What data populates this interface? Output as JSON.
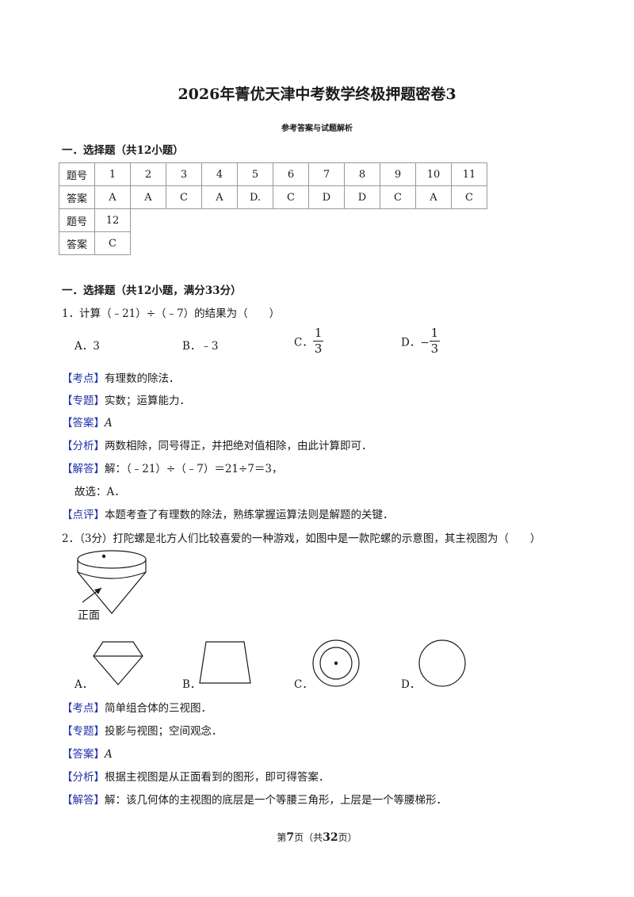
{
  "title": "2026年菁优天津中考数学终极押题密卷3",
  "subtitle": "参考答案与试题解析",
  "section1_heading": "一．选择题（共12小题）",
  "table": {
    "row1_label": "题号",
    "row2_label": "答案",
    "numbers_row1": [
      "1",
      "2",
      "3",
      "4",
      "5",
      "6",
      "7",
      "8",
      "9",
      "10",
      "11"
    ],
    "answers_row1": [
      "A",
      "A",
      "C",
      "A",
      "D.",
      "C",
      "D",
      "D",
      "C",
      "A",
      "C"
    ],
    "numbers_row2": [
      "12"
    ],
    "answers_row2": [
      "C"
    ]
  },
  "section2_heading": "一．选择题（共12小题，满分33分）",
  "q1": {
    "stem": "1．计算（﹣21）÷（﹣7）的结果为（　　）",
    "options": {
      "a": "A．3",
      "b": "B．﹣3",
      "c_label": "C．",
      "c_num": "1",
      "c_den": "3",
      "d_label": "D．−",
      "d_num": "1",
      "d_den": "3"
    },
    "kaodian_tag": "【考点】",
    "kaodian": "有理数的除法．",
    "zhuanti_tag": "【专题】",
    "zhuanti": "实数；运算能力．",
    "daan_tag": "【答案】",
    "daan": "A",
    "fenxi_tag": "【分析】",
    "fenxi": "两数相除，同号得正，并把绝对值相除，由此计算即可．",
    "jieda_tag": "【解答】",
    "jieda": "解：（﹣21）÷（﹣7）＝21÷7＝3，",
    "guxuan": "故选：A．",
    "dianping_tag": "【点评】",
    "dianping": "本题考查了有理数的除法，熟练掌握运算法则是解题的关键．"
  },
  "q2": {
    "stem": "2．（3分）打陀螺是北方人们比较喜爱的一种游戏，如图中是一款陀螺的示意图，其主视图为（　　）",
    "figure_label": "正面",
    "options": {
      "a": "A．",
      "b": "B．",
      "c": "C．",
      "d": "D．"
    },
    "kaodian_tag": "【考点】",
    "kaodian": "简单组合体的三视图．",
    "zhuanti_tag": "【专题】",
    "zhuanti": "投影与视图；空间观念．",
    "daan_tag": "【答案】",
    "daan": "A",
    "fenxi_tag": "【分析】",
    "fenxi": "根据主视图是从正面看到的图形，即可得答案．",
    "jieda_tag": "【解答】",
    "jieda": "解：该几何体的主视图的底层是一个等腰三角形，上层是一个等腰梯形．"
  },
  "footer": {
    "prefix": "第",
    "page": "7",
    "mid": "页（共",
    "total": "32",
    "suffix": "页）"
  }
}
